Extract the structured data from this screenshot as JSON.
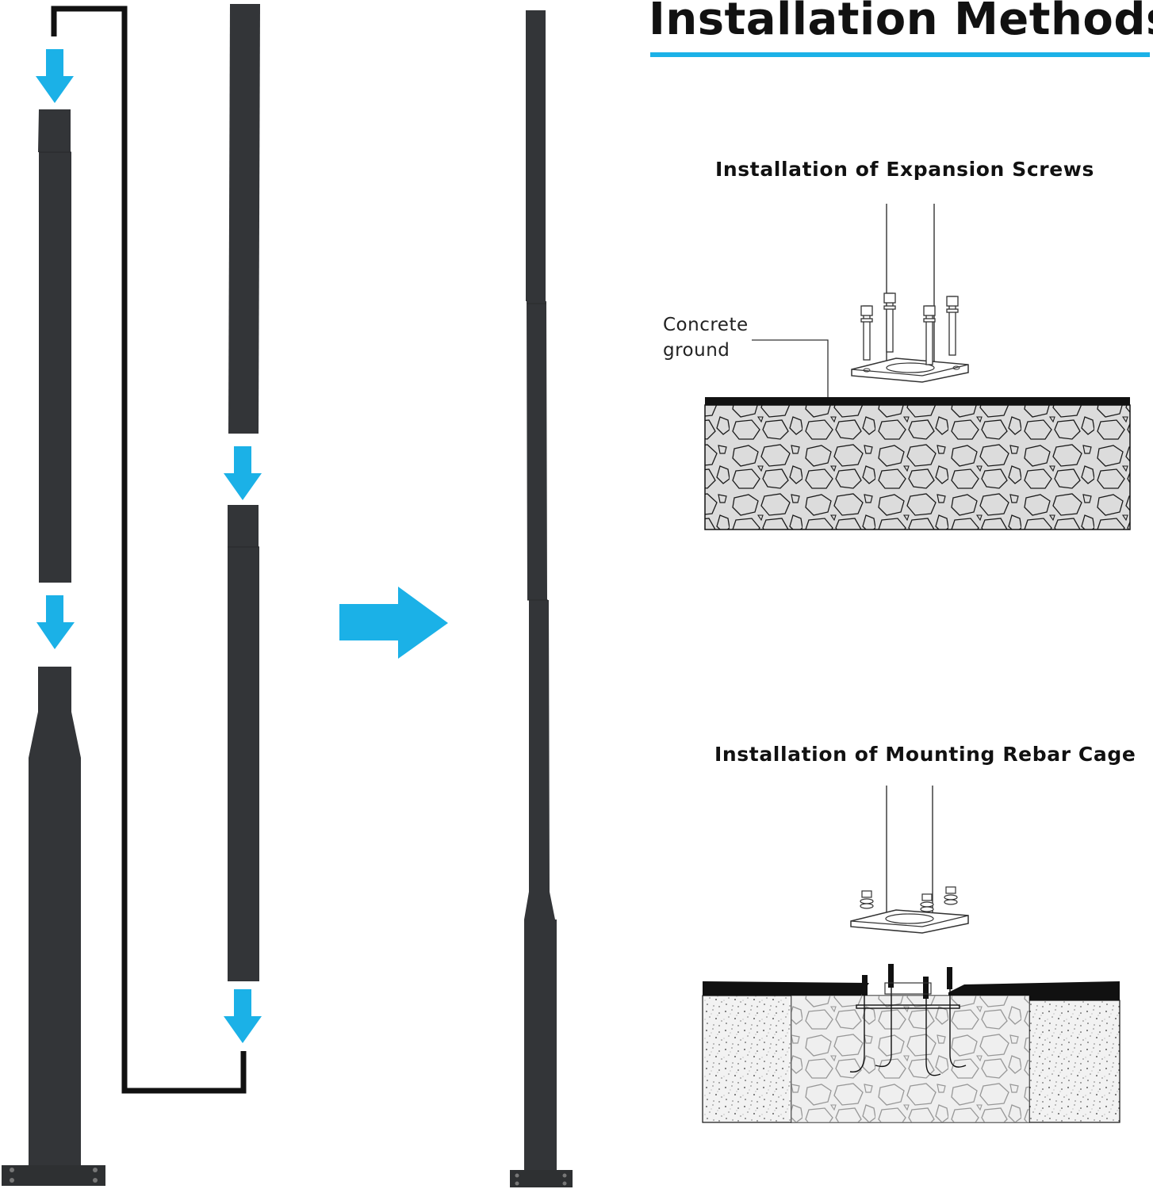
{
  "title": "Installation Methods",
  "sections": [
    {
      "heading": "Installation of Expansion Screws",
      "callout": [
        "Concrete",
        "ground"
      ]
    },
    {
      "heading": "Installation of Mounting Rebar Cage"
    }
  ],
  "colors": {
    "accent": "#1bb1e7",
    "pole": "#333538",
    "ink": "#111111",
    "concrete": "#dcdcdc"
  },
  "icons": [
    "down-arrow-icon",
    "right-arrow-icon"
  ]
}
